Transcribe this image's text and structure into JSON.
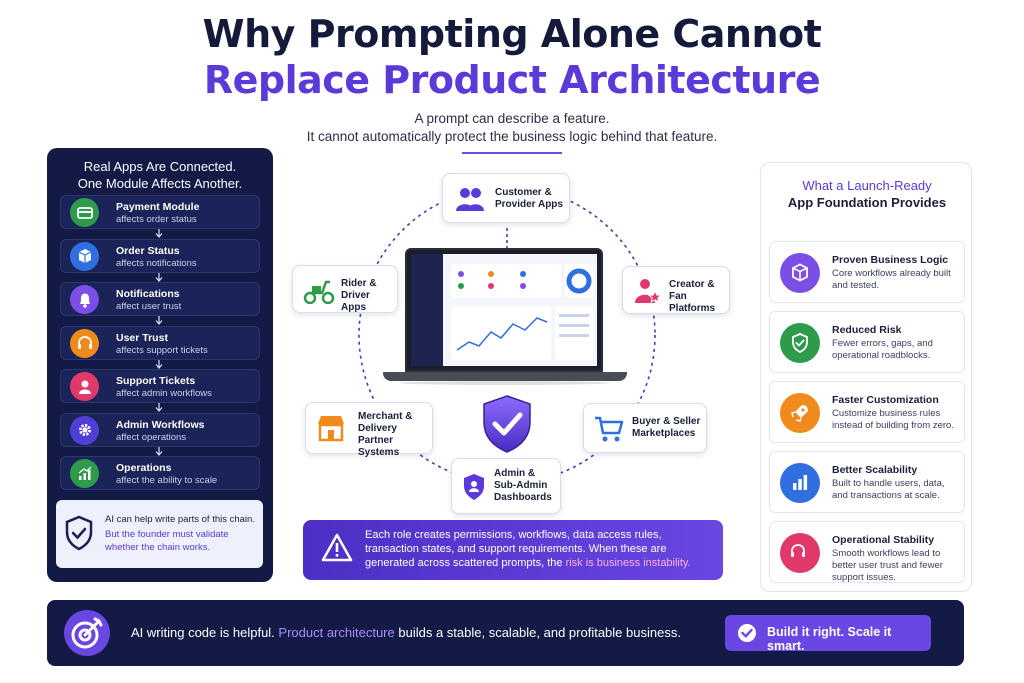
{
  "header": {
    "title_line1": "Why Prompting Alone Cannot",
    "title_line2": "Replace Product Architecture",
    "subtitle_line1": "A prompt can describe a feature.",
    "subtitle_line2": "It cannot automatically protect the business logic behind that feature."
  },
  "left_panel": {
    "title_line1": "Real Apps Are Connected.",
    "title_line2": "One Module Affects Another.",
    "chain": [
      {
        "name": "Payment Module",
        "desc": "affects order status",
        "color": "#2e9b4a",
        "icon": "card-icon"
      },
      {
        "name": "Order Status",
        "desc": "affects notifications",
        "color": "#2f6fe0",
        "icon": "box-icon"
      },
      {
        "name": "Notifications",
        "desc": "affect user trust",
        "color": "#7b4fe6",
        "icon": "bell-icon"
      },
      {
        "name": "User Trust",
        "desc": "affects support tickets",
        "color": "#f08a1c",
        "icon": "headset-icon"
      },
      {
        "name": "Support Tickets",
        "desc": "affect admin workflows",
        "color": "#e2396b",
        "icon": "agent-icon"
      },
      {
        "name": "Admin Workflows",
        "desc": "affect operations",
        "color": "#4f3fd6",
        "icon": "gear-icon"
      },
      {
        "name": "Operations",
        "desc": "affect the ability to scale",
        "color": "#2e9b4a",
        "icon": "chart-icon"
      }
    ],
    "note_line1": "AI can help write parts of this chain.",
    "note_line2": "But the founder must validate whether the chain works."
  },
  "diagram": {
    "nodes": {
      "customer": {
        "line1": "Customer &",
        "line2": "Provider Apps"
      },
      "rider": {
        "line1": "Rider &",
        "line2": "Driver Apps"
      },
      "creator": {
        "line1": "Creator &",
        "line2": "Fan Platforms"
      },
      "merchant": {
        "line1": "Merchant &",
        "line2": "Delivery Partner",
        "line3": "Systems"
      },
      "buyer": {
        "line1": "Buyer & Seller",
        "line2": "Marketplaces"
      },
      "admin": {
        "line1": "Admin &",
        "line2": "Sub-Admin",
        "line3": "Dashboards"
      }
    },
    "colors": {
      "accent": "#5b3ad9",
      "ring": "#4a3bb8"
    }
  },
  "warning": {
    "text_main": "Each role creates permissions, workflows, data access rules, transaction states, and support requirements. When these are generated across scattered prompts, the ",
    "text_highlight": "risk is business instability."
  },
  "right_panel": {
    "title_line1": "What a Launch-Ready",
    "title_line2": "App Foundation Provides",
    "benefits": [
      {
        "name": "Proven Business Logic",
        "desc": "Core workflows already built and tested.",
        "color": "#7b4fe6",
        "icon": "cube-icon"
      },
      {
        "name": "Reduced Risk",
        "desc": "Fewer errors, gaps, and operational roadblocks.",
        "color": "#2e9b4a",
        "icon": "shield-check-icon"
      },
      {
        "name": "Faster Customization",
        "desc": "Customize business rules instead of building from zero.",
        "color": "#f08a1c",
        "icon": "rocket-icon"
      },
      {
        "name": "Better Scalability",
        "desc": "Built to handle users, data, and transactions at scale.",
        "color": "#2f6fe0",
        "icon": "bar-chart-icon"
      },
      {
        "name": "Operational Stability",
        "desc": "Smooth workflows lead to better user trust and fewer support issues.",
        "color": "#e2396b",
        "icon": "headset-icon"
      }
    ]
  },
  "footer": {
    "text_a": "AI writing code is helpful. ",
    "text_hl": "Product architecture",
    "text_b": " builds a stable, scalable, and profitable business.",
    "button_label": "Build it right. Scale it smart."
  }
}
